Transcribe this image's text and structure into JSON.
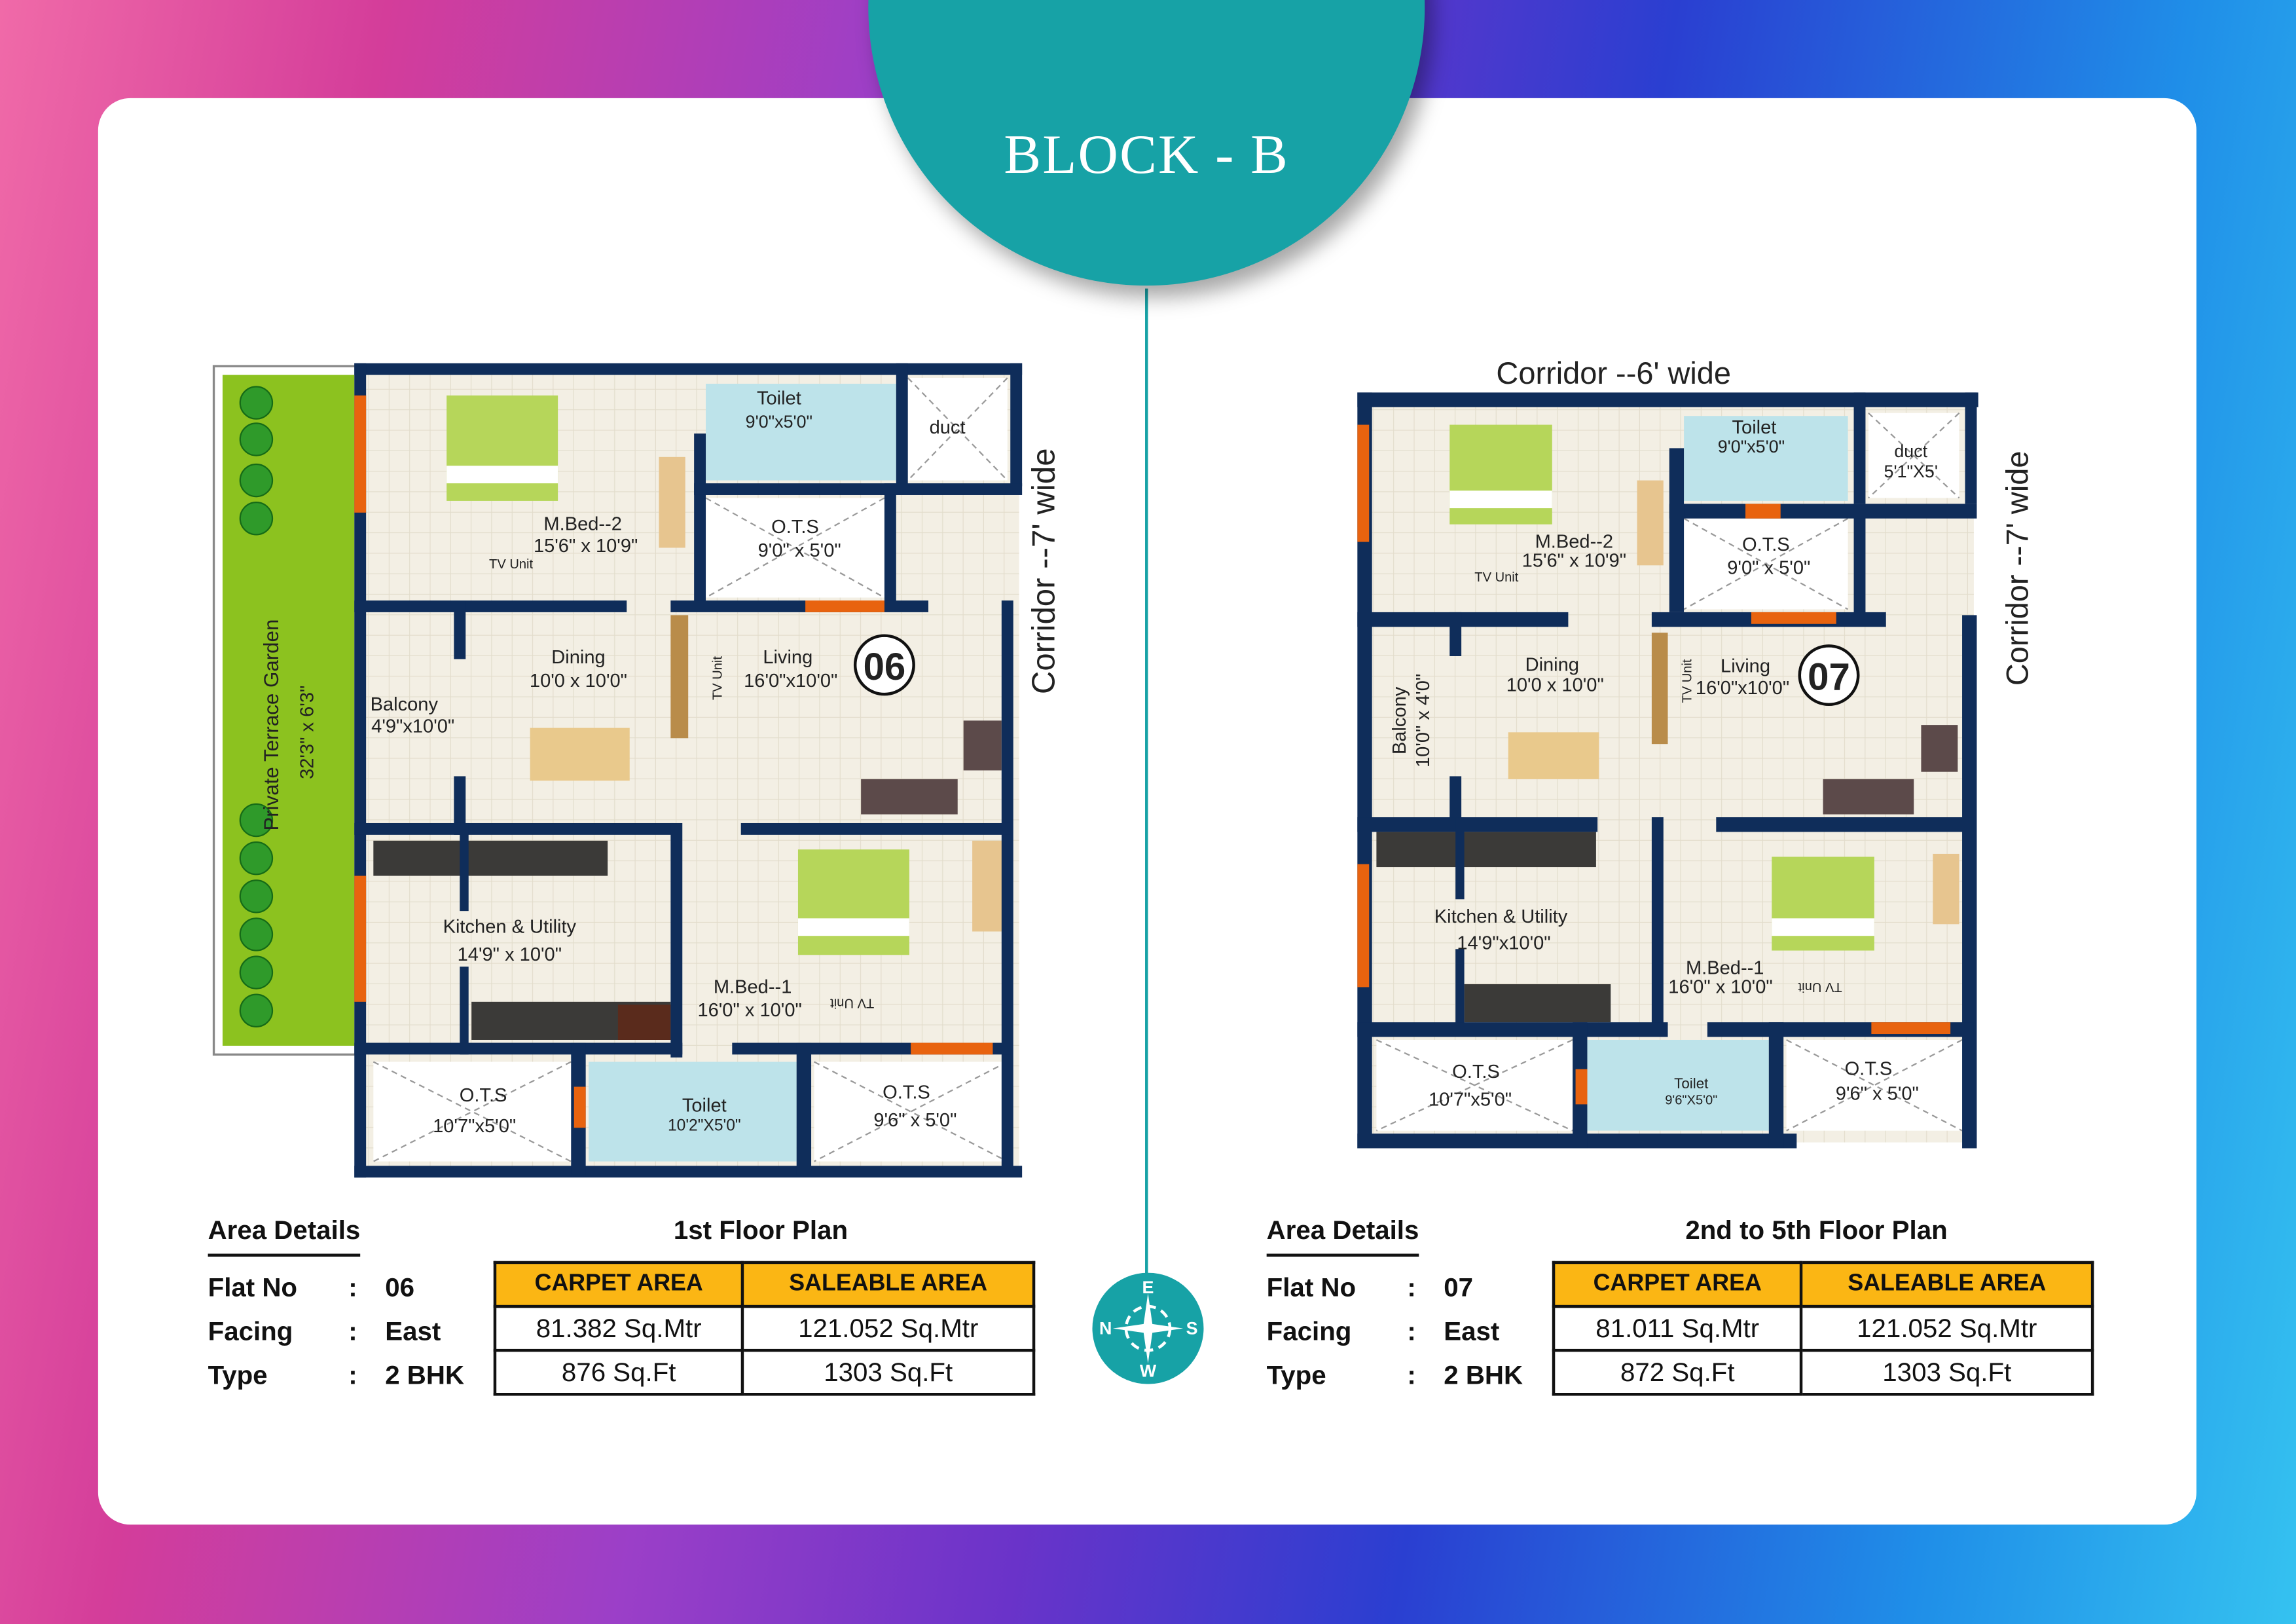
{
  "header": {
    "title": "BLOCK - B"
  },
  "compass": {
    "top": "E",
    "left": "N",
    "right": "S",
    "bottom": "W"
  },
  "colors": {
    "teal": "#17a2a6",
    "wall": "#0f2d5a",
    "header_cell": "#fbb614",
    "window": "#e8630f"
  },
  "plan_left": {
    "corridor": "Corridor --7' wide",
    "garden_name": "Private Terrace Garden",
    "garden_size": "32'3\" x 6'3\"",
    "toilet_top": "Toilet",
    "toilet_top_size": "9'0\"x5'0\"",
    "duct": "duct",
    "ots1": "O.T.S",
    "ots1_size": "9'0\" x 5'0\"",
    "bed2": "M.Bed--2",
    "bed2_size": "15'6\" x 10'9\"",
    "tv1": "TV Unit",
    "dining": "Dining",
    "dining_size": "10'0 x 10'0\"",
    "living": "Living",
    "living_size": "16'0\"x10'0\"",
    "tv_living": "TV Unit",
    "flat": "06",
    "balcony": "Balcony",
    "balcony_size": "4'9\"x10'0\"",
    "kitchen": "Kitchen & Utility",
    "kitchen_size": "14'9\" x 10'0\"",
    "bed1": "M.Bed--1",
    "bed1_size": "16'0\" x 10'0\"",
    "tv2": "TV Unit",
    "ots2": "O.T.S",
    "ots2_size": "10'7\"x5'0\"",
    "toilet_bottom": "Toilet",
    "toilet_bottom_size": "10'2\"X5'0\"",
    "ots3": "O.T.S",
    "ots3_size": "9'6\" x 5'0\""
  },
  "plan_right": {
    "corridor_top": "Corridor --6' wide",
    "corridor": "Corridor --7' wide",
    "toilet_top": "Toilet",
    "toilet_top_size": "9'0\"x5'0\"",
    "duct": "duct",
    "duct_size": "5'1\"X5'",
    "ots1": "O.T.S",
    "ots1_size": "9'0\" x 5'0\"",
    "bed2": "M.Bed--2",
    "bed2_size": "15'6\" x 10'9\"",
    "tv1": "TV Unit",
    "dining": "Dining",
    "dining_size": "10'0 x 10'0\"",
    "living": "Living",
    "living_size": "16'0\"x10'0\"",
    "tv_living": "TV Unit",
    "flat": "07",
    "balcony": "Balcony",
    "balcony_size": "10'0\" x 4'0\"",
    "kitchen": "Kitchen & Utility",
    "kitchen_size": "14'9\"x10'0\"",
    "bed1": "M.Bed--1",
    "bed1_size": "16'0\" x 10'0\"",
    "tv2": "TV Unit",
    "ots2": "O.T.S",
    "ots2_size": "10'7\"x5'0\"",
    "toilet_bottom": "Toilet",
    "toilet_bottom_size": "9'6\"X5'0\"",
    "ots3": "O.T.S",
    "ots3_size": "9'6\" x 5'0\""
  },
  "details_left": {
    "title": "Area Details",
    "floor": "1st Floor Plan",
    "labels": [
      "Flat No",
      "Facing",
      "Type"
    ],
    "sep": ":",
    "values": [
      "06",
      "East",
      "2 BHK"
    ],
    "headers": [
      "CARPET AREA",
      "SALEABLE AREA"
    ],
    "rows": [
      [
        "81.382 Sq.Mtr",
        "121.052 Sq.Mtr"
      ],
      [
        "876 Sq.Ft",
        "1303 Sq.Ft"
      ]
    ]
  },
  "details_right": {
    "title": "Area Details",
    "floor": "2nd to 5th Floor Plan",
    "labels": [
      "Flat No",
      "Facing",
      "Type"
    ],
    "sep": ":",
    "values": [
      "07",
      "East",
      "2 BHK"
    ],
    "headers": [
      "CARPET AREA",
      "SALEABLE AREA"
    ],
    "rows": [
      [
        "81.011 Sq.Mtr",
        "121.052 Sq.Mtr"
      ],
      [
        "872 Sq.Ft",
        "1303 Sq.Ft"
      ]
    ]
  }
}
